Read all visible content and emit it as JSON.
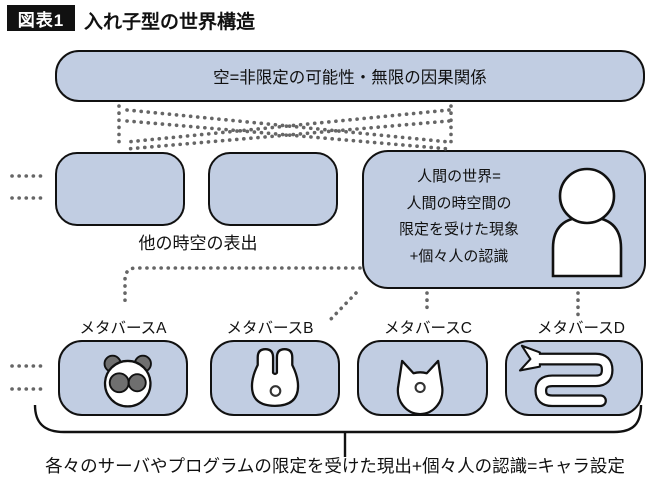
{
  "figure": {
    "tag": "図表1",
    "title": "入れ子型の世界構造"
  },
  "sky_box": {
    "label": "空=非限定の可能性・無限の因果関係"
  },
  "other_worlds": {
    "label": "他の時空の表出"
  },
  "human_world": {
    "lines": [
      "人間の世界=",
      "人間の時空間の",
      "限定を受けた現象",
      "+個々人の認識"
    ],
    "icon": "person-icon"
  },
  "metaverses": [
    {
      "label": "メタバースA",
      "icon": "panda-icon"
    },
    {
      "label": "メタバースB",
      "icon": "rabbit-icon"
    },
    {
      "label": "メタバースC",
      "icon": "cat-icon"
    },
    {
      "label": "メタバースD",
      "icon": "snake-icon"
    }
  ],
  "caption": "各々のサーバやプログラムの限定を受けた現出+個々人の認識=キャラ設定",
  "colors": {
    "box_fill": "#c1cde2",
    "box_border": "#111111",
    "dotted_line": "#666666",
    "panda_dark": "#6f6f6f",
    "tag_bg": "#111111",
    "tag_text": "#ffffff"
  }
}
